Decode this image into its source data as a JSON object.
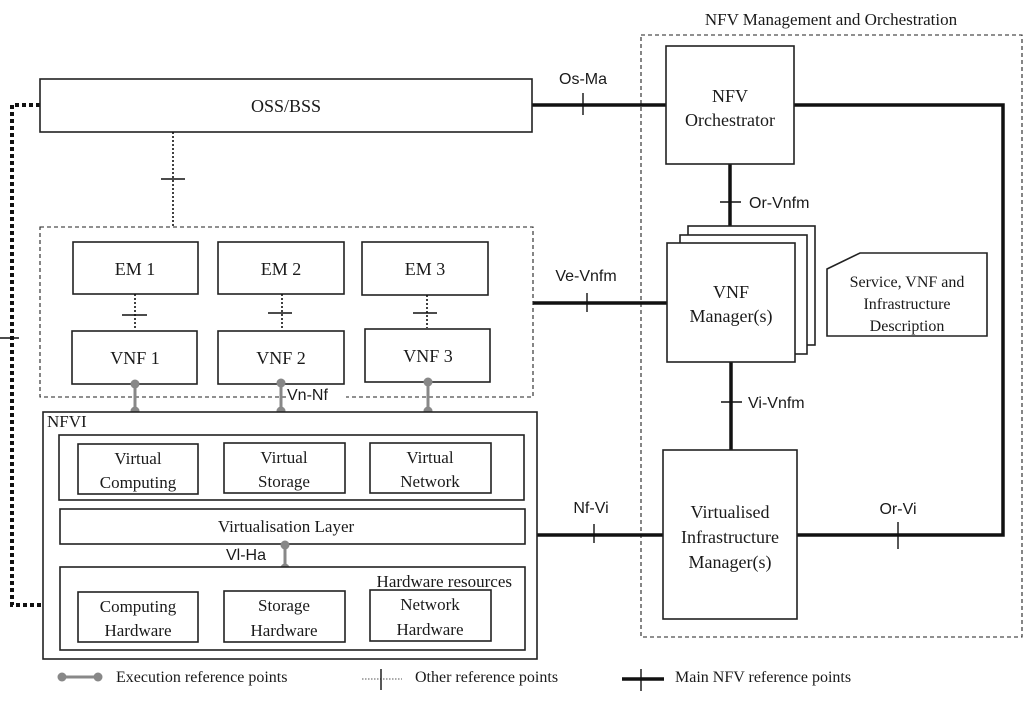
{
  "diagram": {
    "mano": {
      "title": "NFV Management and Orchestration",
      "orchestrator": [
        "NFV",
        "Orchestrator"
      ],
      "vnf_manager": [
        "VNF",
        "Manager(s)"
      ],
      "vim": [
        "Virtualised",
        "Infrastructure",
        "Manager(s)"
      ],
      "description": [
        "Service, VNF and",
        "Infrastructure",
        "Description"
      ]
    },
    "oss_bss": "OSS/BSS",
    "em": [
      "EM 1",
      "EM 2",
      "EM 3"
    ],
    "vnf": [
      "VNF 1",
      "VNF 2",
      "VNF 3"
    ],
    "nfvi": {
      "label": "NFVI",
      "virtual": [
        [
          "Virtual",
          "Computing"
        ],
        [
          "Virtual",
          "Storage"
        ],
        [
          "Virtual",
          "Network"
        ]
      ],
      "virtualisation_layer": "Virtualisation Layer",
      "hardware_label": "Hardware resources",
      "hardware": [
        [
          "Computing",
          "Hardware"
        ],
        [
          "Storage",
          "Hardware"
        ],
        [
          "Network",
          "Hardware"
        ]
      ]
    },
    "reference_points": {
      "os_ma": "Os-Ma",
      "or_vnfm": "Or-Vnfm",
      "ve_vnfm": "Ve-Vnfm",
      "vi_vnfm": "Vi-Vnfm",
      "nf_vi": "Nf-Vi",
      "or_vi": "Or-Vi",
      "vn_nf": "Vn-Nf",
      "vl_ha": "Vl-Ha"
    },
    "legend": {
      "execution": "Execution reference points",
      "other": "Other reference points",
      "main": "Main NFV reference points"
    }
  }
}
